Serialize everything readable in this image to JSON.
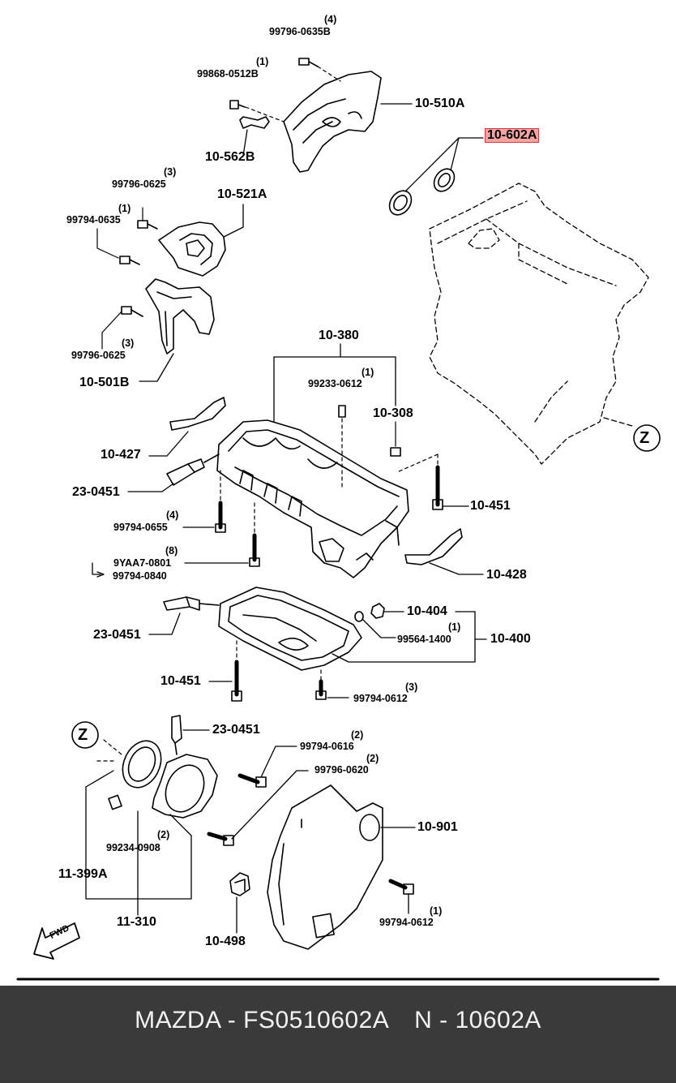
{
  "parts": {
    "p_99796_0635B": {
      "qty": "(4)",
      "code": "99796-0635B"
    },
    "p_99868_0512B": {
      "qty": "(1)",
      "code": "99868-0512B"
    },
    "p_10_510A": {
      "code": "10-510A"
    },
    "p_10_602A": {
      "code": "10-602A"
    },
    "p_10_562B": {
      "code": "10-562B"
    },
    "p_99796_0625_top": {
      "qty": "(3)",
      "code": "99796-0625"
    },
    "p_10_521A": {
      "code": "10-521A"
    },
    "p_99794_0635": {
      "qty": "(1)",
      "code": "99794-0635"
    },
    "p_99796_0625_bot": {
      "qty": "(3)",
      "code": "99796-0625"
    },
    "p_10_501B": {
      "code": "10-501B"
    },
    "p_10_380": {
      "code": "10-380"
    },
    "p_99233_0612": {
      "qty": "(1)",
      "code": "99233-0612"
    },
    "p_10_308": {
      "code": "10-308"
    },
    "p_10_427": {
      "code": "10-427"
    },
    "p_23_0451_a": {
      "code": "23-0451"
    },
    "p_10_451_a": {
      "code": "10-451"
    },
    "p_99794_0655": {
      "qty": "(4)",
      "code": "99794-0655"
    },
    "p_9YAA7_0801": {
      "qty": "(8)",
      "code": "9YAA7-0801"
    },
    "p_99794_0840": {
      "code": "99794-0840"
    },
    "p_10_428": {
      "code": "10-428"
    },
    "p_10_404": {
      "code": "10-404"
    },
    "p_23_0451_b": {
      "code": "23-0451"
    },
    "p_99564_1400": {
      "qty": "(1)",
      "code": "99564-1400"
    },
    "p_10_400": {
      "code": "10-400"
    },
    "p_10_451_b": {
      "code": "10-451"
    },
    "p_99794_0612_a": {
      "qty": "(3)",
      "code": "99794-0612"
    },
    "p_23_0451_c": {
      "code": "23-0451"
    },
    "p_99794_0616": {
      "qty": "(2)",
      "code": "99794-0616"
    },
    "p_99796_0620": {
      "qty": "(2)",
      "code": "99796-0620"
    },
    "p_10_901": {
      "code": "10-901"
    },
    "p_99234_0908": {
      "qty": "(2)",
      "code": "99234-0908"
    },
    "p_11_399A": {
      "code": "11-399A"
    },
    "p_11_310": {
      "code": "11-310"
    },
    "p_10_498": {
      "code": "10-498"
    },
    "p_99794_0612_b": {
      "qty": "(1)",
      "code": "99794-0612"
    }
  },
  "callouts": {
    "z_top": "Z",
    "z_bottom": "Z"
  },
  "fwd_label": "FWD",
  "footer": {
    "brand": "MAZDA",
    "dash1": "-",
    "part_number": "FS0510602A",
    "ref": "N",
    "dash2": "-",
    "ref_number": "10602A"
  },
  "colors": {
    "highlight_fill": "#f6a3a3",
    "highlight_border": "#d43a3a",
    "footer_bg": "#3a3a3a",
    "footer_text": "#f2f2f2"
  }
}
